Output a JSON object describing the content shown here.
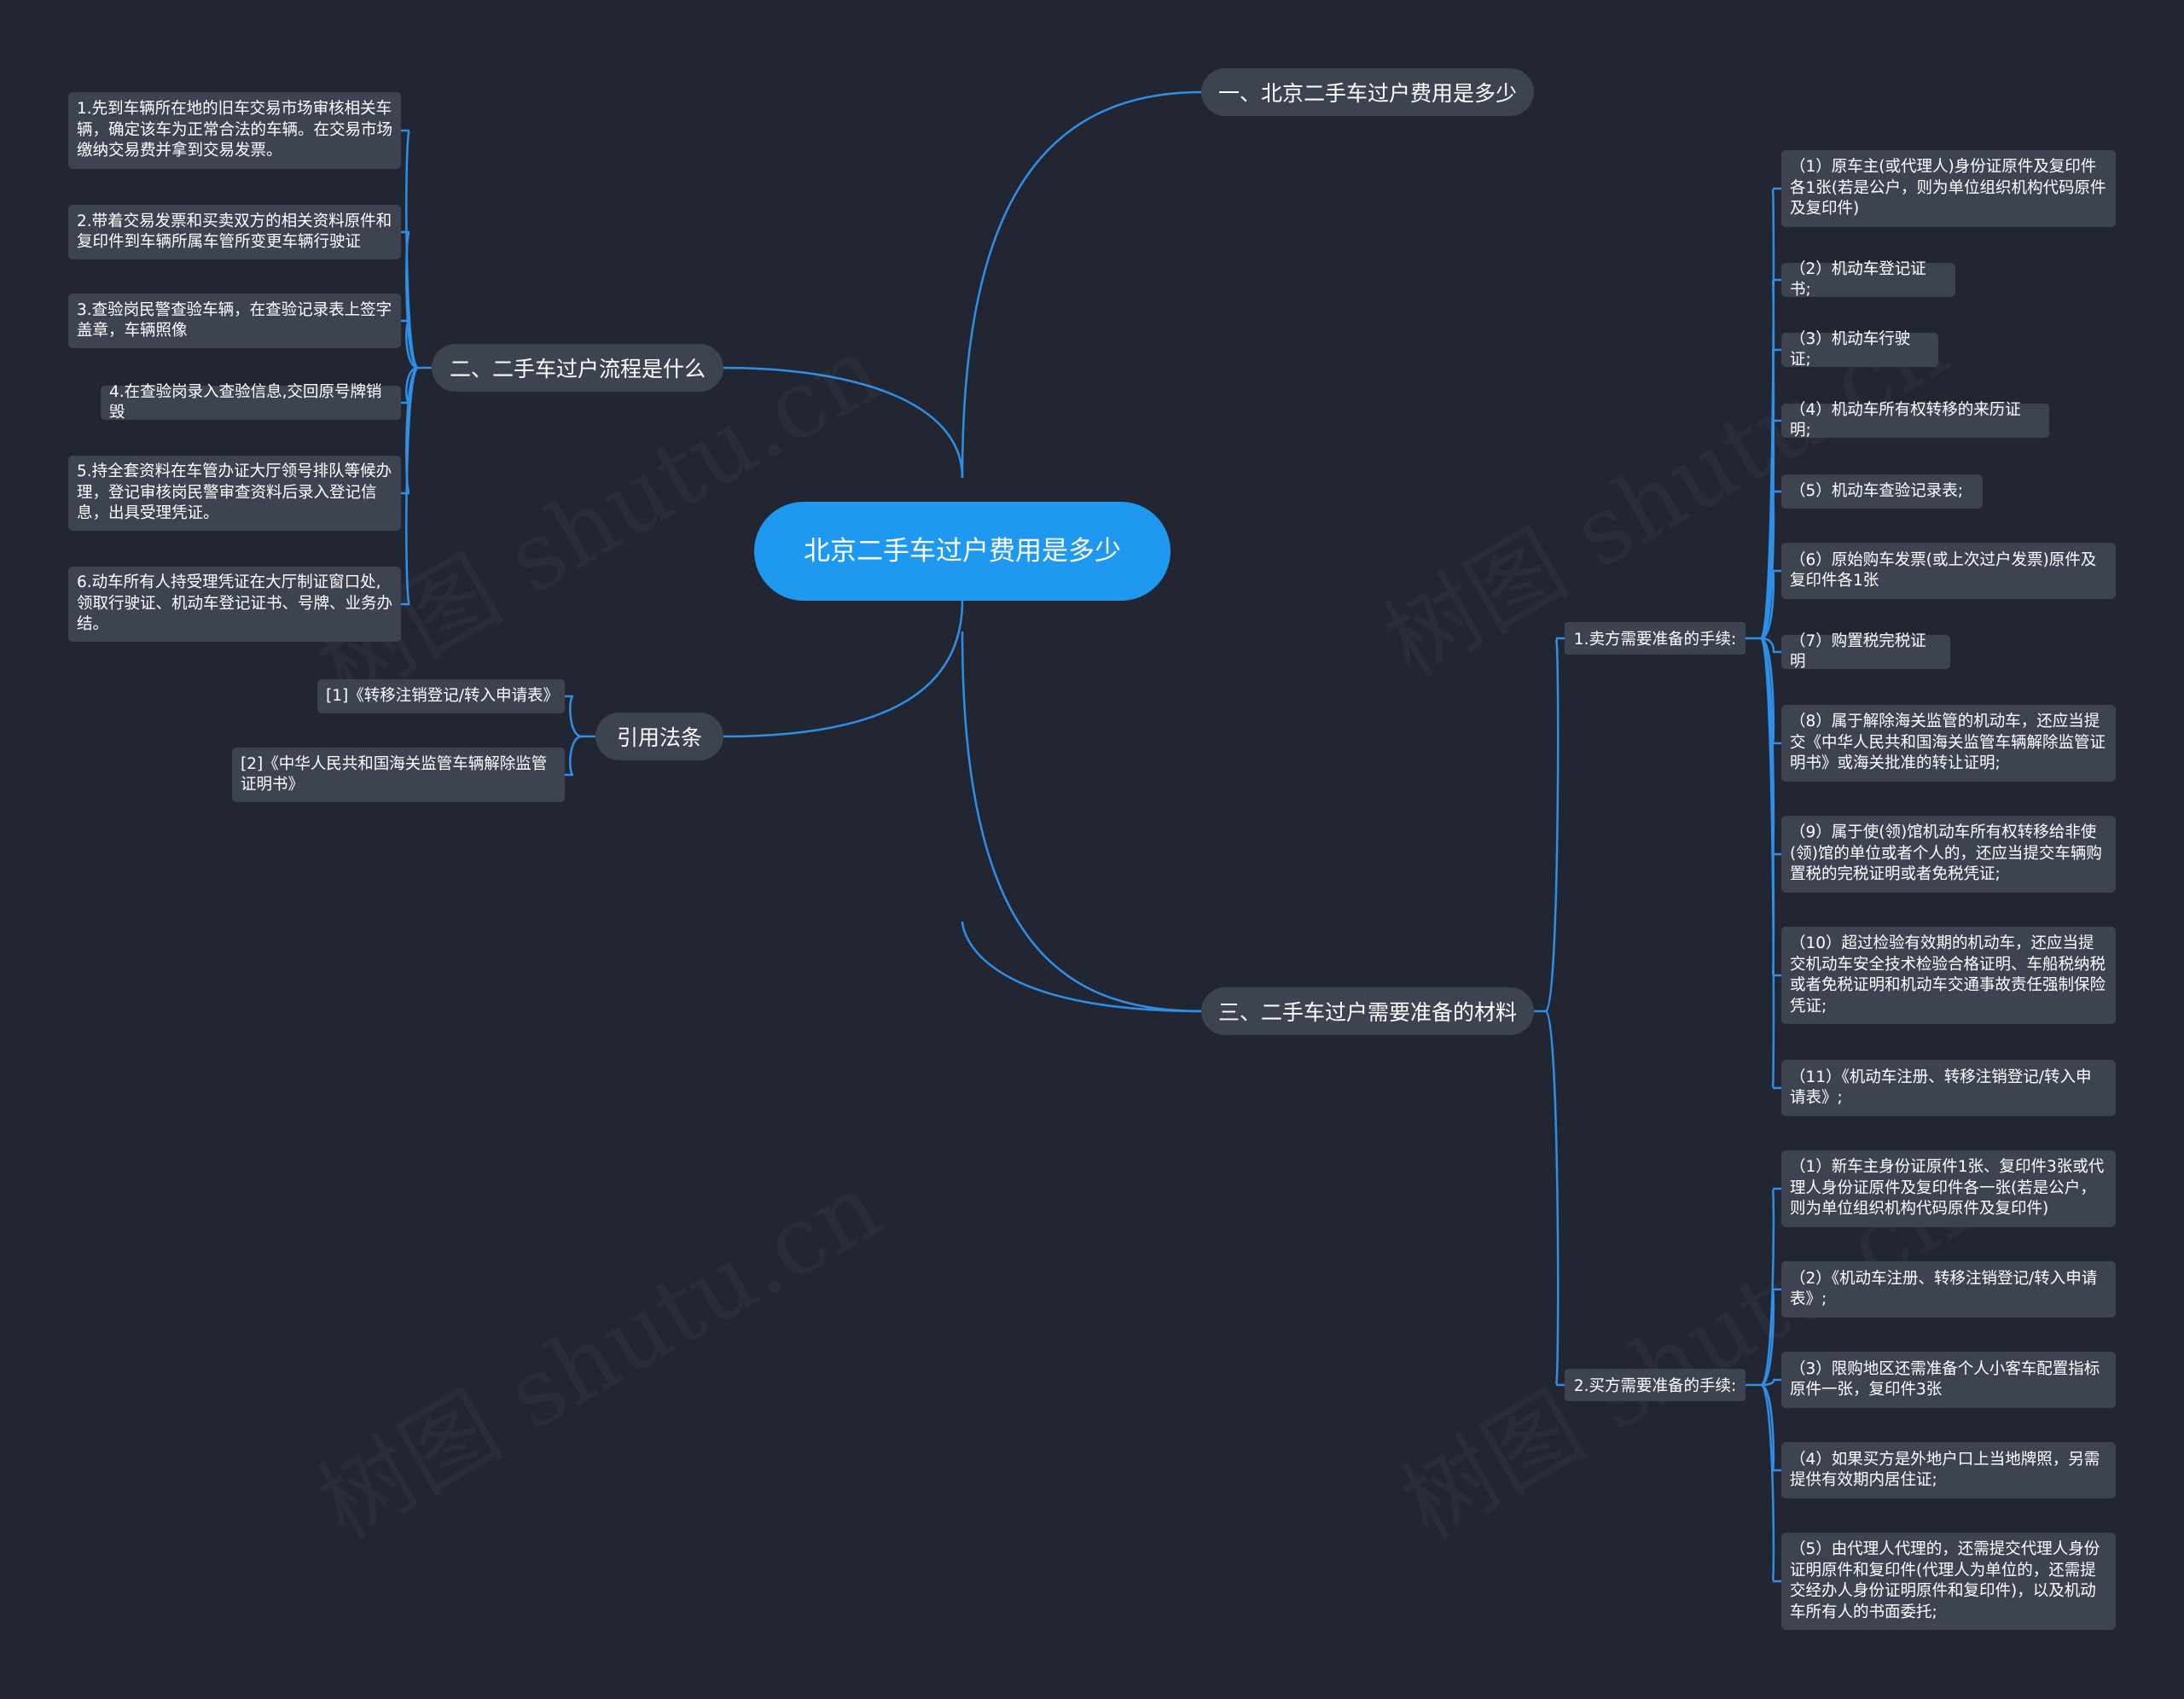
{
  "watermark": "树图 shutu.cn",
  "root": {
    "title": "北京二手车过户费用是多少"
  },
  "branches": {
    "b1": {
      "title": "一、北京二手车过户费用是多少"
    },
    "b2": {
      "title": "二、二手车过户流程是什么",
      "items": [
        "1.先到车辆所在地的旧车交易市场审核相关车辆，确定该车为正常合法的车辆。在交易市场缴纳交易费并拿到交易发票。",
        "2.带着交易发票和买卖双方的相关资料原件和复印件到车辆所属车管所变更车辆行驶证",
        "3.查验岗民警查验车辆，在查验记录表上签字盖章，车辆照像",
        "4.在查验岗录入查验信息,交回原号牌销毁",
        "5.持全套资料在车管办证大厅领号排队等候办理，登记审核岗民警审查资料后录入登记信息，出具受理凭证。",
        "6.动车所有人持受理凭证在大厅制证窗口处,领取行驶证、机动车登记证书、号牌、业务办结。"
      ]
    },
    "b3": {
      "title": "引用法条",
      "items": [
        "[1]《转移注销登记/转入申请表》",
        "[2]《中华人民共和国海关监管车辆解除监管证明书》"
      ]
    },
    "b4": {
      "title": "三、二手车过户需要准备的材料",
      "seller": {
        "title": "1.卖方需要准备的手续:",
        "items": [
          "（1）原车主(或代理人)身份证原件及复印件各1张(若是公户，则为单位组织机构代码原件及复印件)",
          "（2）机动车登记证书;",
          "（3）机动车行驶证;",
          "（4）机动车所有权转移的来历证明;",
          "（5）机动车查验记录表;",
          "（6）原始购车发票(或上次过户发票)原件及复印件各1张",
          "（7）购置税完税证明",
          "（8）属于解除海关监管的机动车，还应当提交《中华人民共和国海关监管车辆解除监管证明书》或海关批准的转让证明;",
          "（9）属于使(领)馆机动车所有权转移给非使(领)馆的单位或者个人的，还应当提交车辆购置税的完税证明或者免税凭证;",
          "（10）超过检验有效期的机动车，还应当提交机动车安全技术检验合格证明、车船税纳税或者免税证明和机动车交通事故责任强制保险凭证;",
          "（11）《机动车注册、转移注销登记/转入申请表》;"
        ]
      },
      "buyer": {
        "title": "2.买方需要准备的手续:",
        "items": [
          "（1）新车主身份证原件1张、复印件3张或代理人身份证原件及复印件各一张(若是公户，则为单位组织机构代码原件及复印件)",
          "（2）《机动车注册、转移注销登记/转入申请表》;",
          "（3）限购地区还需准备个人小客车配置指标原件一张，复印件3张",
          "（4）如果买方是外地户口上当地牌照，另需提供有效期内居住证;",
          "（5）由代理人代理的，还需提交代理人身份证明原件和复印件(代理人为单位的，还需提交经办人身份证明原件和复印件)，以及机动车所有人的书面委托;"
        ]
      }
    }
  },
  "colors": {
    "background": "#222633",
    "root": "#1f98f0",
    "node": "#3e4352",
    "link": "#2f8fe6",
    "text": "#ffffff"
  }
}
